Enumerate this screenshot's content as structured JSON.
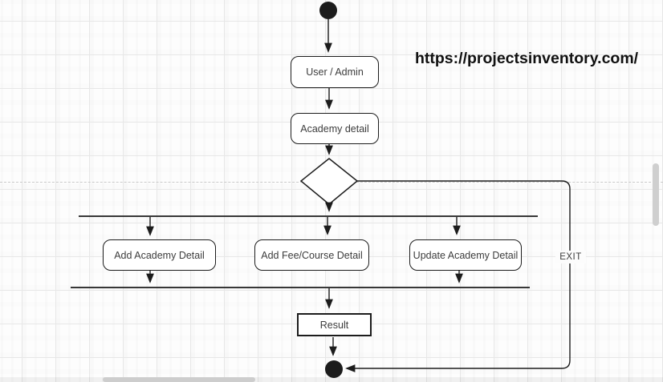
{
  "watermark": {
    "text": "https://projectsinventory.com/"
  },
  "diagram": {
    "kind": "uml-activity-diagram",
    "nodes": {
      "start": {
        "type": "initial-node"
      },
      "user_admin": {
        "type": "activity",
        "label": "User / Admin"
      },
      "academy_detail": {
        "type": "activity",
        "label": "Academy detail"
      },
      "decision": {
        "type": "decision-diamond"
      },
      "fork_bar": {
        "type": "fork"
      },
      "add_academy": {
        "type": "activity",
        "label": "Add Academy Detail"
      },
      "add_fee": {
        "type": "activity",
        "label": "Add Fee/Course Detail"
      },
      "update_academy": {
        "type": "activity",
        "label": "Update Academy Detail"
      },
      "join_bar": {
        "type": "join"
      },
      "result": {
        "type": "activity",
        "label": "Result"
      },
      "end": {
        "type": "final-node"
      }
    },
    "edges": [
      {
        "from": "start",
        "to": "user_admin"
      },
      {
        "from": "user_admin",
        "to": "academy_detail"
      },
      {
        "from": "academy_detail",
        "to": "decision"
      },
      {
        "from": "decision",
        "to": "fork_bar"
      },
      {
        "from": "fork_bar",
        "to": "add_academy"
      },
      {
        "from": "fork_bar",
        "to": "add_fee"
      },
      {
        "from": "fork_bar",
        "to": "update_academy"
      },
      {
        "from": "add_academy",
        "to": "join_bar"
      },
      {
        "from": "update_academy",
        "to": "join_bar"
      },
      {
        "from": "join_bar",
        "to": "result"
      },
      {
        "from": "result",
        "to": "end"
      },
      {
        "from": "decision",
        "to": "end",
        "label": "EXIT"
      }
    ],
    "exit_label": "EXIT"
  },
  "colors": {
    "line": "#1c1c1c",
    "grid_line": "#e7e7e7",
    "guide_dash": "#c9c9c9",
    "node_fill": "#ffffff",
    "node_text": "#3c3c3c",
    "scrollbar_thumb": "#cdcdcd"
  }
}
